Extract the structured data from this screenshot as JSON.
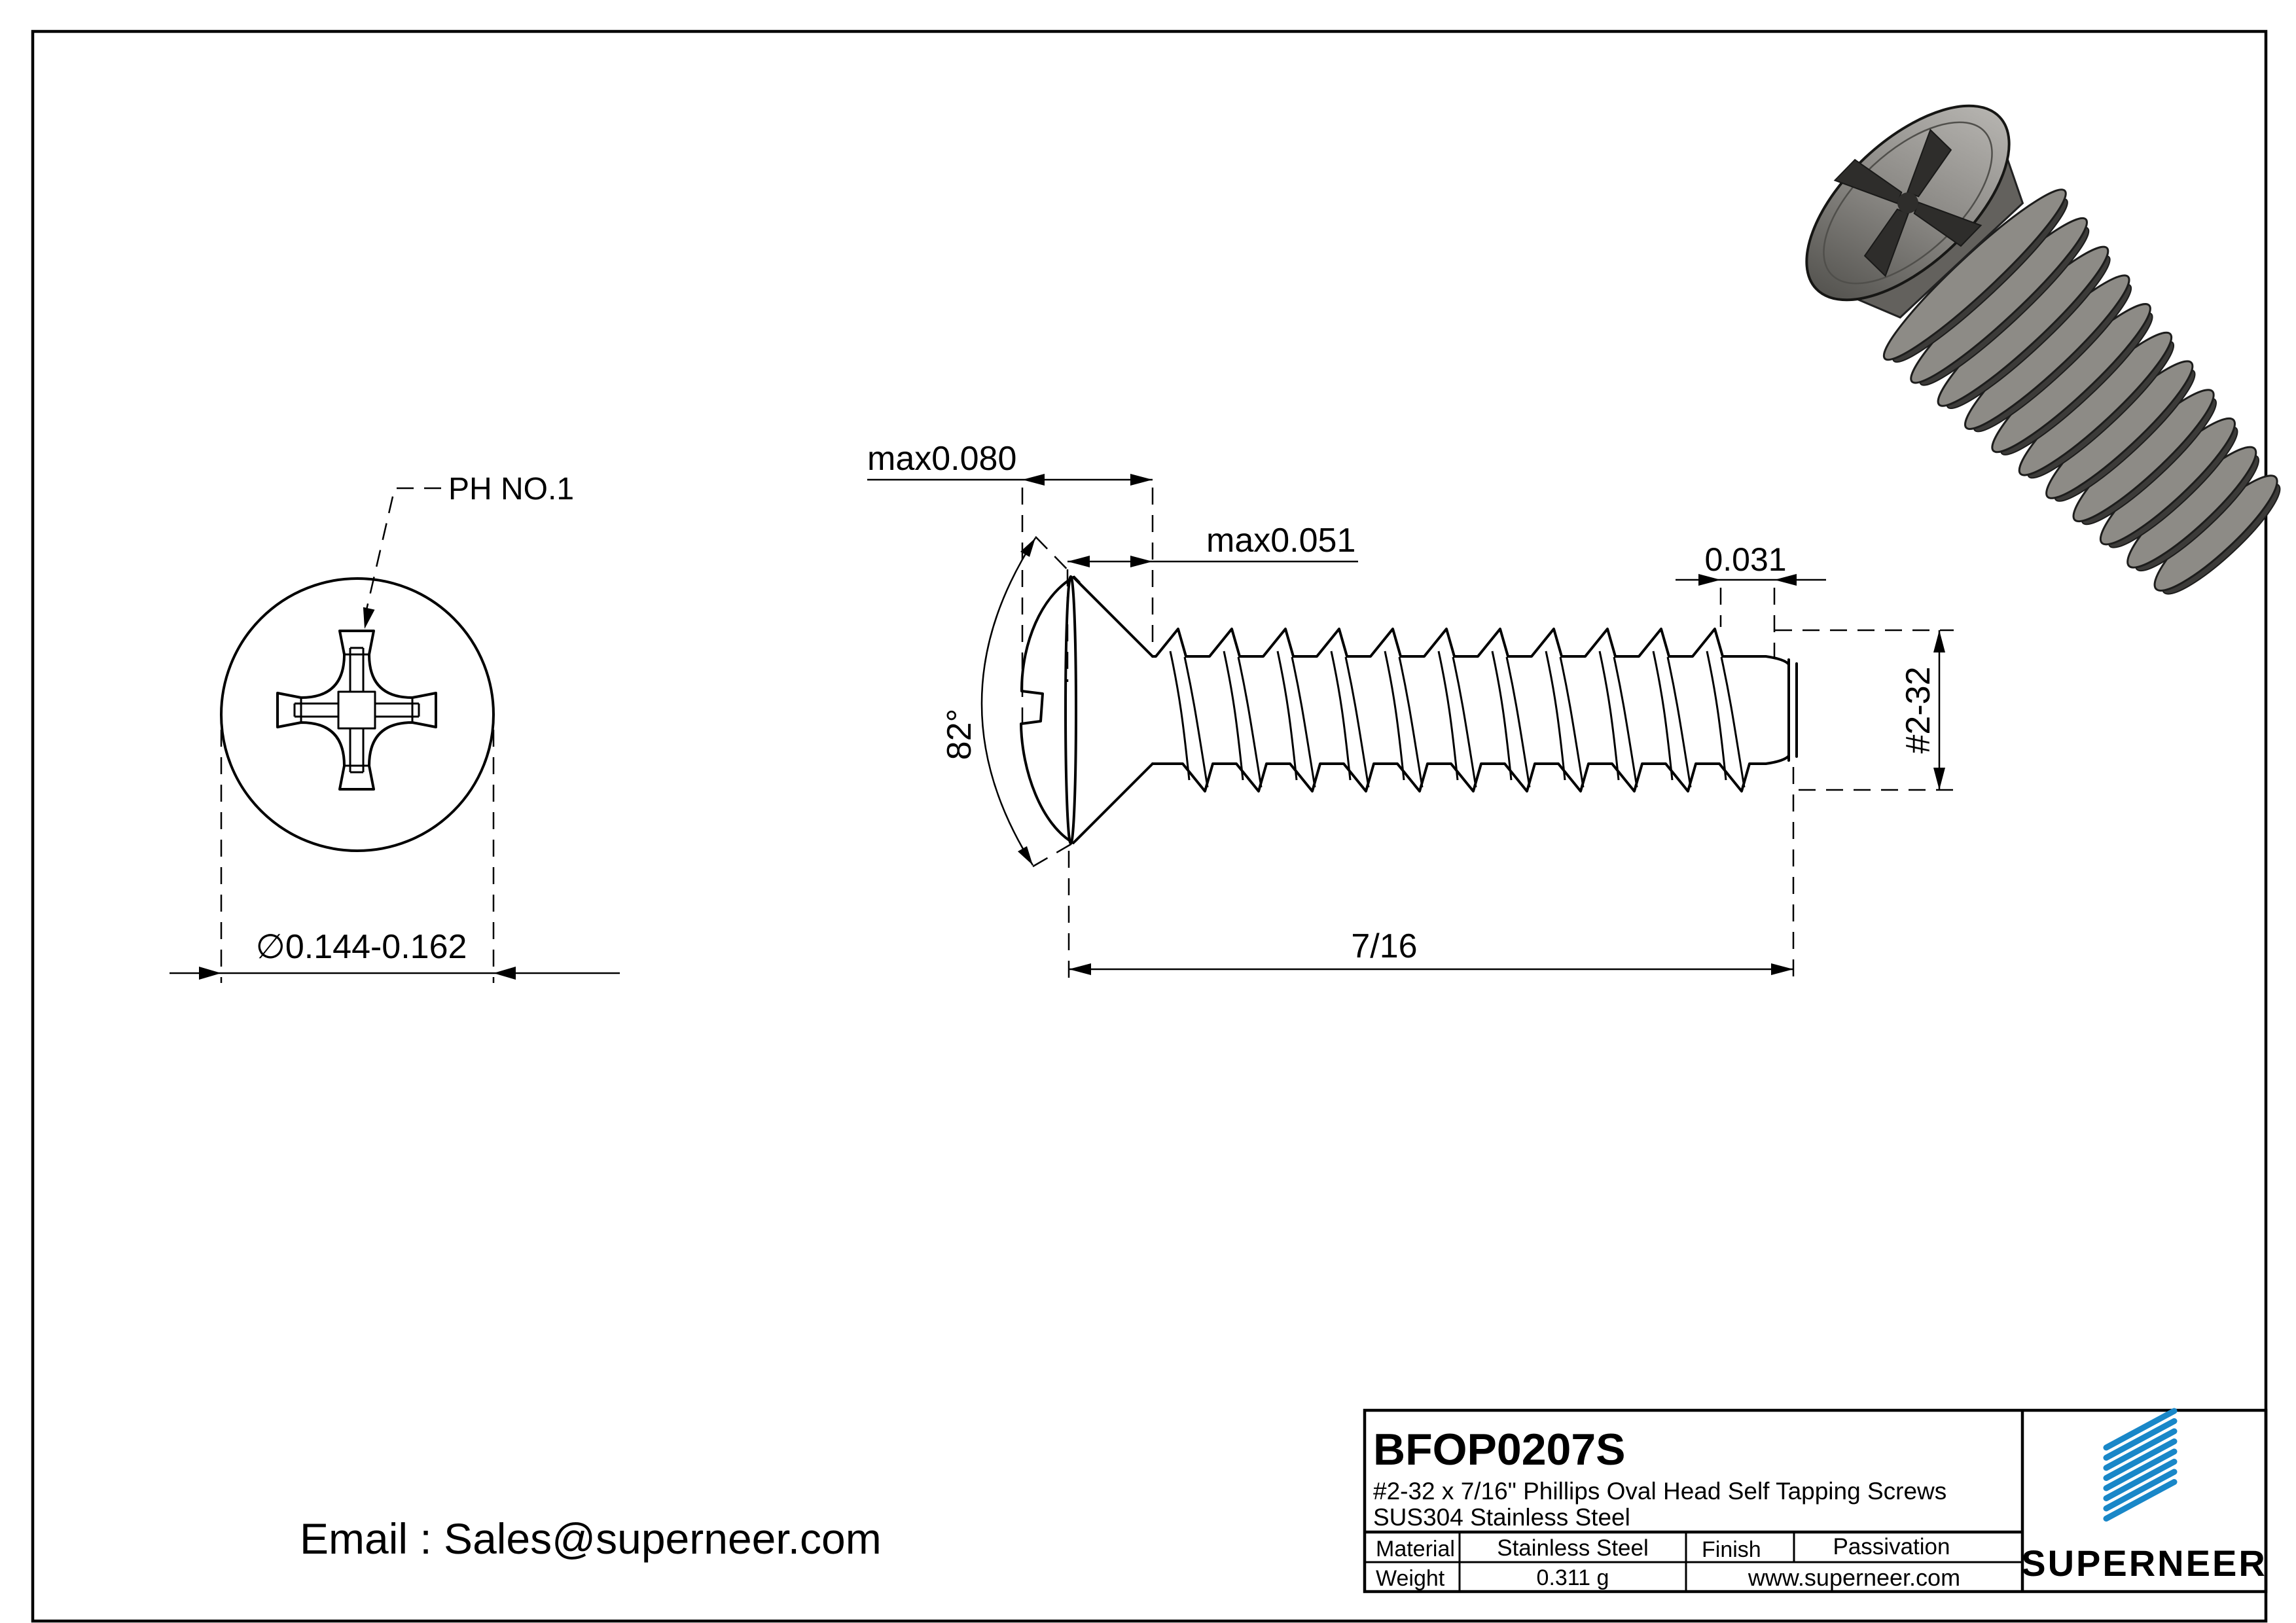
{
  "head_view": {
    "ph_label": "PH NO.1",
    "diameter_label": "∅0.144-0.162"
  },
  "side_view": {
    "head_height": "max0.080",
    "side_height": "max0.051",
    "pitch": "0.031",
    "angle": "82°",
    "length": "7/16",
    "thread": "#2-32"
  },
  "contact": {
    "email": "Email : Sales@superneer.com"
  },
  "title_block": {
    "part_number": "BFOP0207S",
    "description_line1": "#2-32 x 7/16\" Phillips Oval Head Self Tapping Screws",
    "description_line2": "SUS304 Stainless Steel",
    "material_label": "Material",
    "material_value": "Stainless Steel",
    "finish_label": "Finish",
    "finish_value": "Passivation",
    "weight_label": "Weight",
    "weight_value": "0.311 g",
    "website": "www.superneer.com",
    "brand": "SUPERNEER"
  },
  "colors": {
    "brand_blue": "#1987c8",
    "link_blue": "#2a8fd0",
    "line_black": "#000000"
  }
}
